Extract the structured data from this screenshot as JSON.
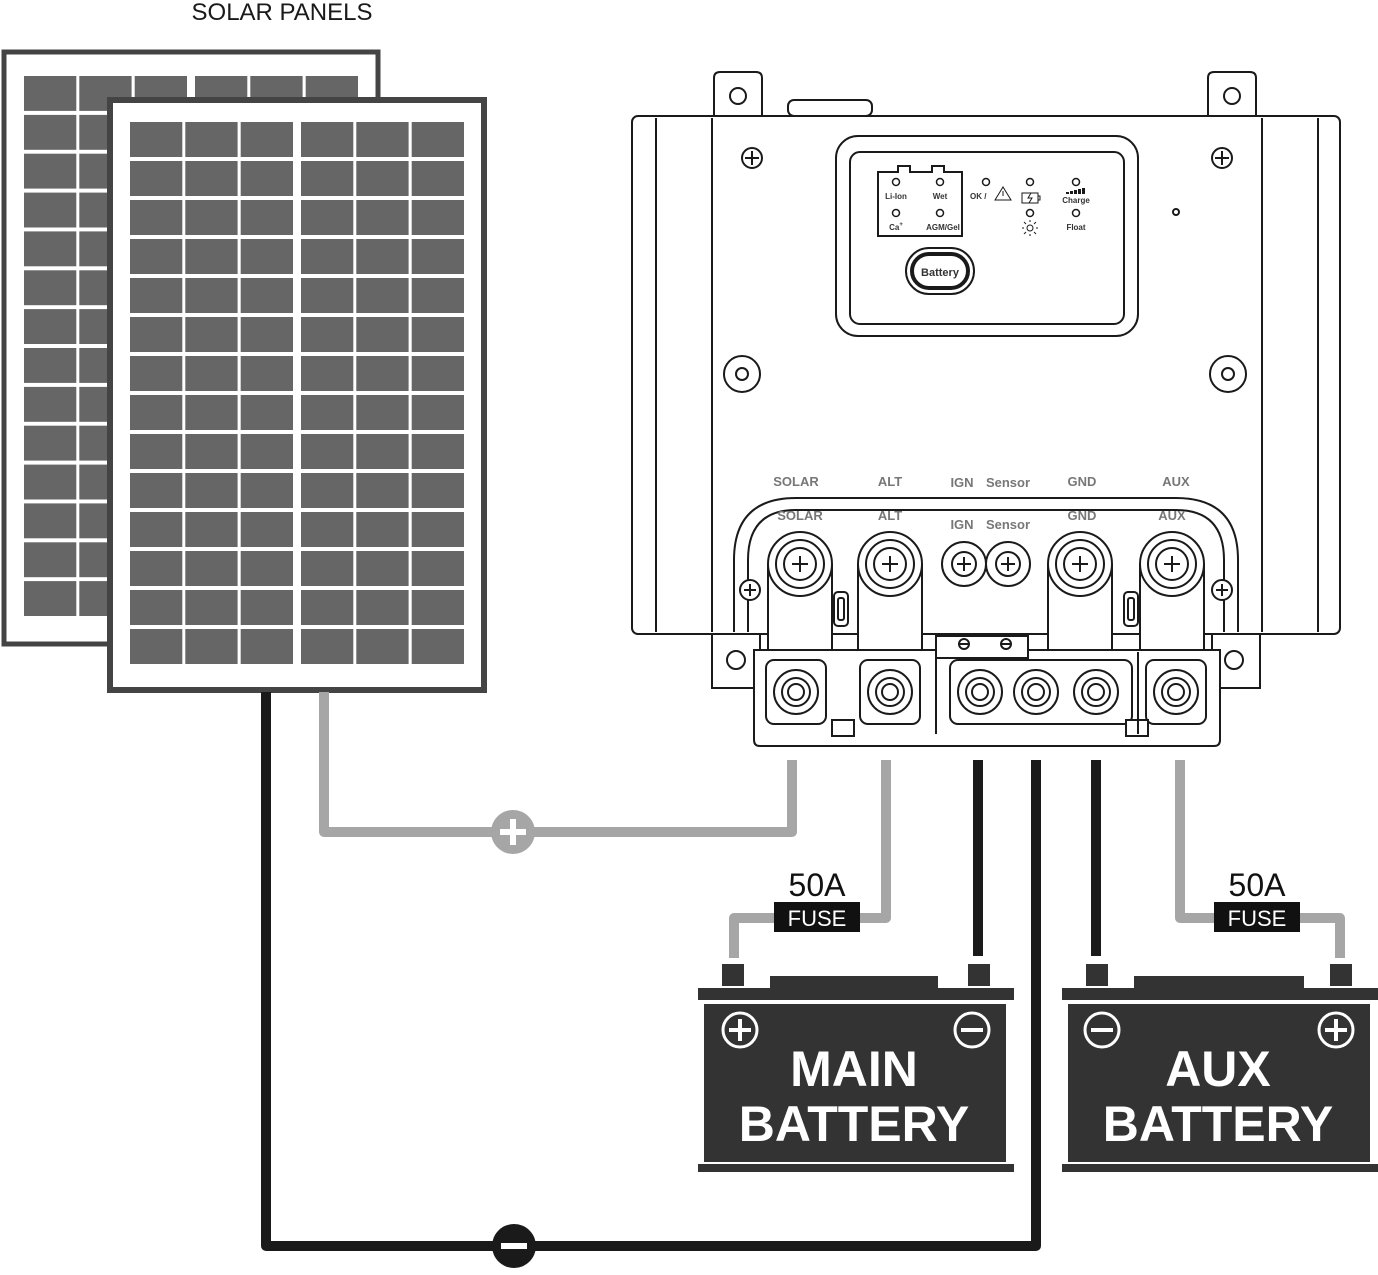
{
  "diagram": {
    "title": "SOLAR PANELS",
    "controller": {
      "indicators": {
        "li_ion": "Li-Ion",
        "wet": "Wet",
        "ca": "Ca",
        "ca_superscript": "+",
        "agm_gel": "AGM/Gel",
        "ok": "OK /",
        "charge": "Charge",
        "float": "Float"
      },
      "button_label": "Battery",
      "terminal_labels_upper": [
        "SOLAR",
        "ALT",
        "IGN",
        "Sensor",
        "GND",
        "AUX"
      ],
      "terminal_labels_lower": [
        "SOLAR",
        "ALT",
        "IGN",
        "Sensor",
        "GND",
        "AUX"
      ]
    },
    "fuses": [
      {
        "rating": "50A",
        "label": "FUSE"
      },
      {
        "rating": "50A",
        "label": "FUSE"
      }
    ],
    "batteries": {
      "main": {
        "line1": "MAIN",
        "line2": "BATTERY"
      },
      "aux": {
        "line1": "AUX",
        "line2": "BATTERY"
      }
    },
    "colors": {
      "positive_wire": "#a6a6a6",
      "negative_wire": "#1a1a1a",
      "panel_cell": "#666666",
      "battery_body": "#333333",
      "controller_outline": "#1a1a1a"
    }
  }
}
